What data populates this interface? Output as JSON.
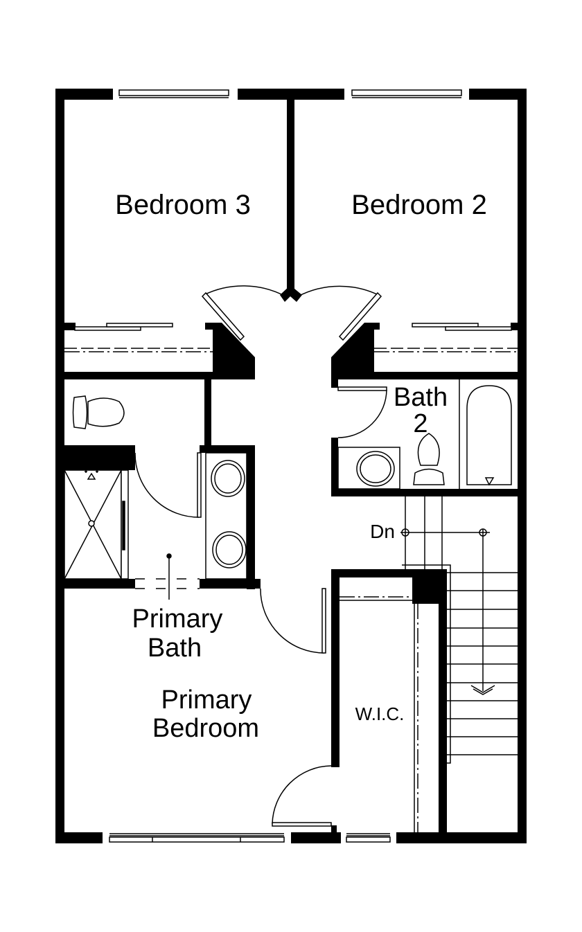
{
  "plan": {
    "rooms": {
      "bedroom3": "Bedroom 3",
      "bedroom2": "Bedroom 2",
      "bath2_line1": "Bath",
      "bath2_line2": "2",
      "primary_bath_line1": "Primary",
      "primary_bath_line2": "Bath",
      "primary_bedroom_line1": "Primary",
      "primary_bedroom_line2": "Bedroom",
      "wic": "W.I.C."
    },
    "stairs": {
      "label": "Dn",
      "tread_count": 11
    },
    "colors": {
      "wall": "#000000",
      "background": "#ffffff"
    }
  }
}
